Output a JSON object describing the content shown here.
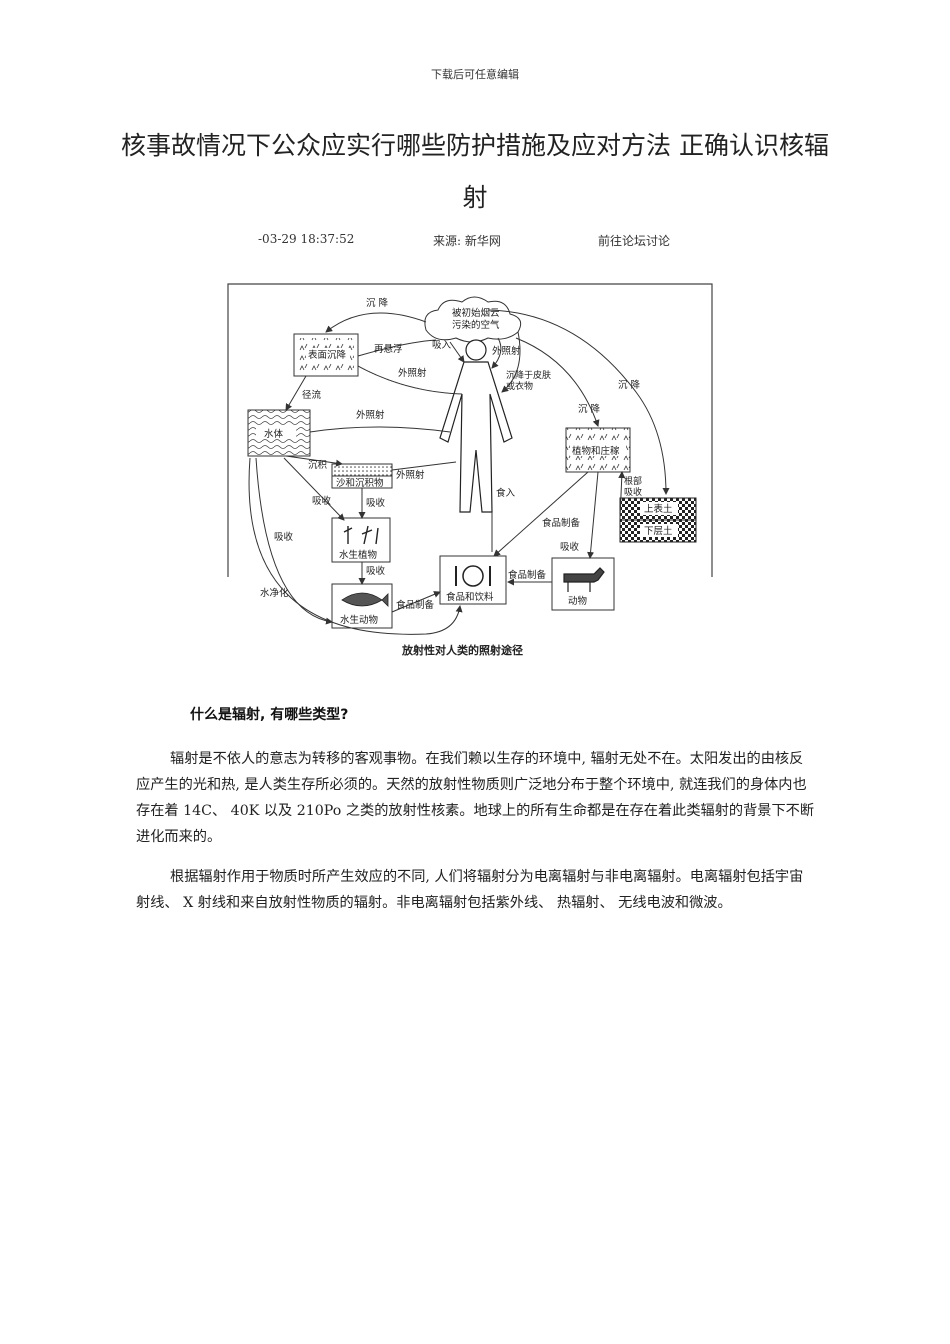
{
  "header": {
    "note": "下载后可任意编辑"
  },
  "article": {
    "title": "核事故情况下公众应实行哪些防护措施及应对方法 正确认识核辐射",
    "meta": {
      "datetime": "-03-29 18:37:52",
      "source": "来源: 新华网",
      "forum_link": "前往论坛讨论"
    },
    "figure": {
      "caption": "放射性对人类的照射途径",
      "nodes": {
        "cloud": "被初始烟云污染的空气",
        "surface": "表面沉降",
        "water": "水体",
        "sediment": "沙和沉积物",
        "aquatic_plants": "水生植物",
        "aquatic_animals": "水生动物",
        "food": "食品和饮料",
        "crops": "植物和庄稼",
        "topsoil": "上表土",
        "subsoil": "下层土",
        "animals": "动物"
      },
      "labels": {
        "deposition": "沉 降",
        "deposition2": "沉 降",
        "deposition3": "沉 降",
        "resuspension": "再悬浮",
        "inhalation": "吸入",
        "external1": "外照射",
        "external2": "外照射",
        "external3": "外照射",
        "external4": "外照射",
        "skin": "沉降于皮肤或衣物",
        "runoff": "径流",
        "sedimentation": "沉积",
        "absorb1": "吸收",
        "absorb2": "吸收",
        "absorb3": "吸收",
        "absorb4": "吸收",
        "absorb5": "吸收",
        "root_absorb": "根部吸收",
        "ingestion": "食入",
        "food_prep1": "食品制备",
        "food_prep2": "食品制备",
        "food_prep3": "食品制备",
        "water_purify": "水净化"
      }
    },
    "section_heading": "什么是辐射, 有哪些类型?",
    "paragraphs": [
      "辐射是不依人的意志为转移的客观事物。在我们赖以生存的环境中, 辐射无处不在。太阳发出的由核反应产生的光和热, 是人类生存所必须的。天然的放射性物质则广泛地分布于整个环境中, 就连我们的身体内也存在着 14C、 40K 以及 210Po 之类的放射性核素。地球上的所有生命都是在存在着此类辐射的背景下不断进化而来的。",
      "根据辐射作用于物质时所产生效应的不同, 人们将辐射分为电离辐射与非电离辐射。电离辐射包括宇宙射线、 X 射线和来自放射性物质的辐射。非电离辐射包括紫外线、 热辐射、 无线电波和微波。"
    ]
  }
}
